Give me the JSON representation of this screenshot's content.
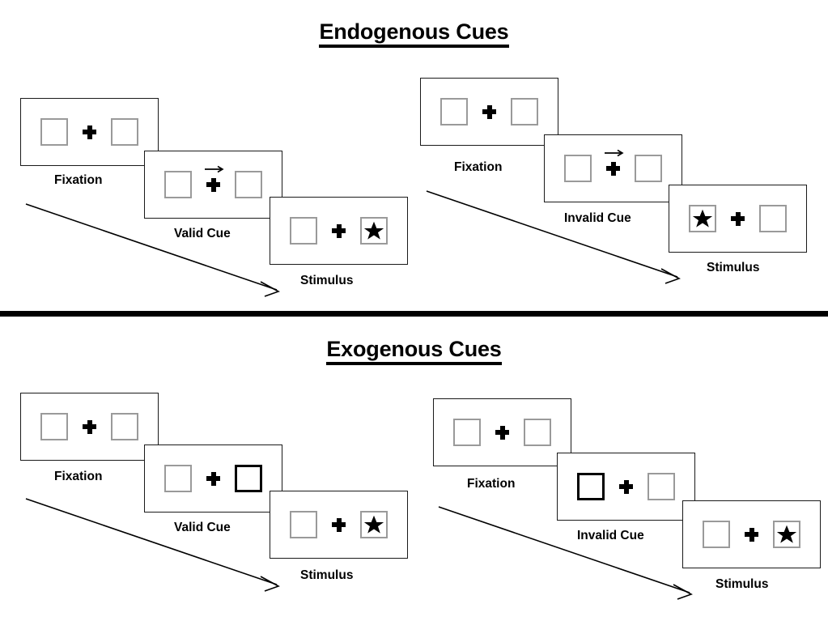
{
  "figure": {
    "divider_color": "#000000",
    "box_border_color": "#9a9a9a",
    "cue_box_border_color": "#000000"
  },
  "sections": [
    {
      "id": "endogenous",
      "title": "Endogenous Cues",
      "columns": [
        {
          "id": "endogenous-valid",
          "steps": [
            {
              "label": "Fixation",
              "left_content": "empty",
              "right_content": "empty",
              "center": "cross",
              "cue_side": "none"
            },
            {
              "label": "Valid Cue",
              "left_content": "empty",
              "right_content": "empty",
              "center": "cross-arrow",
              "cue_side": "none",
              "arrow_direction": "right"
            },
            {
              "label": "Stimulus",
              "left_content": "empty",
              "right_content": "star",
              "center": "cross",
              "cue_side": "none"
            }
          ]
        },
        {
          "id": "endogenous-invalid",
          "steps": [
            {
              "label": "Fixation",
              "left_content": "empty",
              "right_content": "empty",
              "center": "cross",
              "cue_side": "none"
            },
            {
              "label": "Invalid Cue",
              "left_content": "empty",
              "right_content": "empty",
              "center": "cross-arrow",
              "cue_side": "none",
              "arrow_direction": "right"
            },
            {
              "label": "Stimulus",
              "left_content": "star",
              "right_content": "empty",
              "center": "cross",
              "cue_side": "none"
            }
          ]
        }
      ]
    },
    {
      "id": "exogenous",
      "title": "Exogenous Cues",
      "columns": [
        {
          "id": "exogenous-valid",
          "steps": [
            {
              "label": "Fixation",
              "left_content": "empty",
              "right_content": "empty",
              "center": "cross",
              "cue_side": "none"
            },
            {
              "label": "Valid Cue",
              "left_content": "empty",
              "right_content": "empty",
              "center": "cross",
              "cue_side": "right"
            },
            {
              "label": "Stimulus",
              "left_content": "empty",
              "right_content": "star",
              "center": "cross",
              "cue_side": "none"
            }
          ]
        },
        {
          "id": "exogenous-invalid",
          "steps": [
            {
              "label": "Fixation",
              "left_content": "empty",
              "right_content": "empty",
              "center": "cross",
              "cue_side": "none"
            },
            {
              "label": "Invalid Cue",
              "left_content": "empty",
              "right_content": "empty",
              "center": "cross",
              "cue_side": "left"
            },
            {
              "label": "Stimulus",
              "left_content": "empty",
              "right_content": "star",
              "center": "cross",
              "cue_side": "none"
            }
          ]
        }
      ]
    }
  ],
  "labels": {
    "endo_valid_fixation": "Fixation",
    "endo_valid_cue": "Valid Cue",
    "endo_valid_stimulus": "Stimulus",
    "endo_invalid_fixation": "Fixation",
    "endo_invalid_cue": "Invalid Cue",
    "endo_invalid_stimulus": "Stimulus",
    "exo_valid_fixation": "Fixation",
    "exo_valid_cue": "Valid Cue",
    "exo_valid_stimulus": "Stimulus",
    "exo_invalid_fixation": "Fixation",
    "exo_invalid_cue": "Invalid Cue",
    "exo_invalid_stimulus": "Stimulus"
  },
  "titles": {
    "endogenous": "Endogenous Cues",
    "exogenous": "Exogenous Cues"
  }
}
